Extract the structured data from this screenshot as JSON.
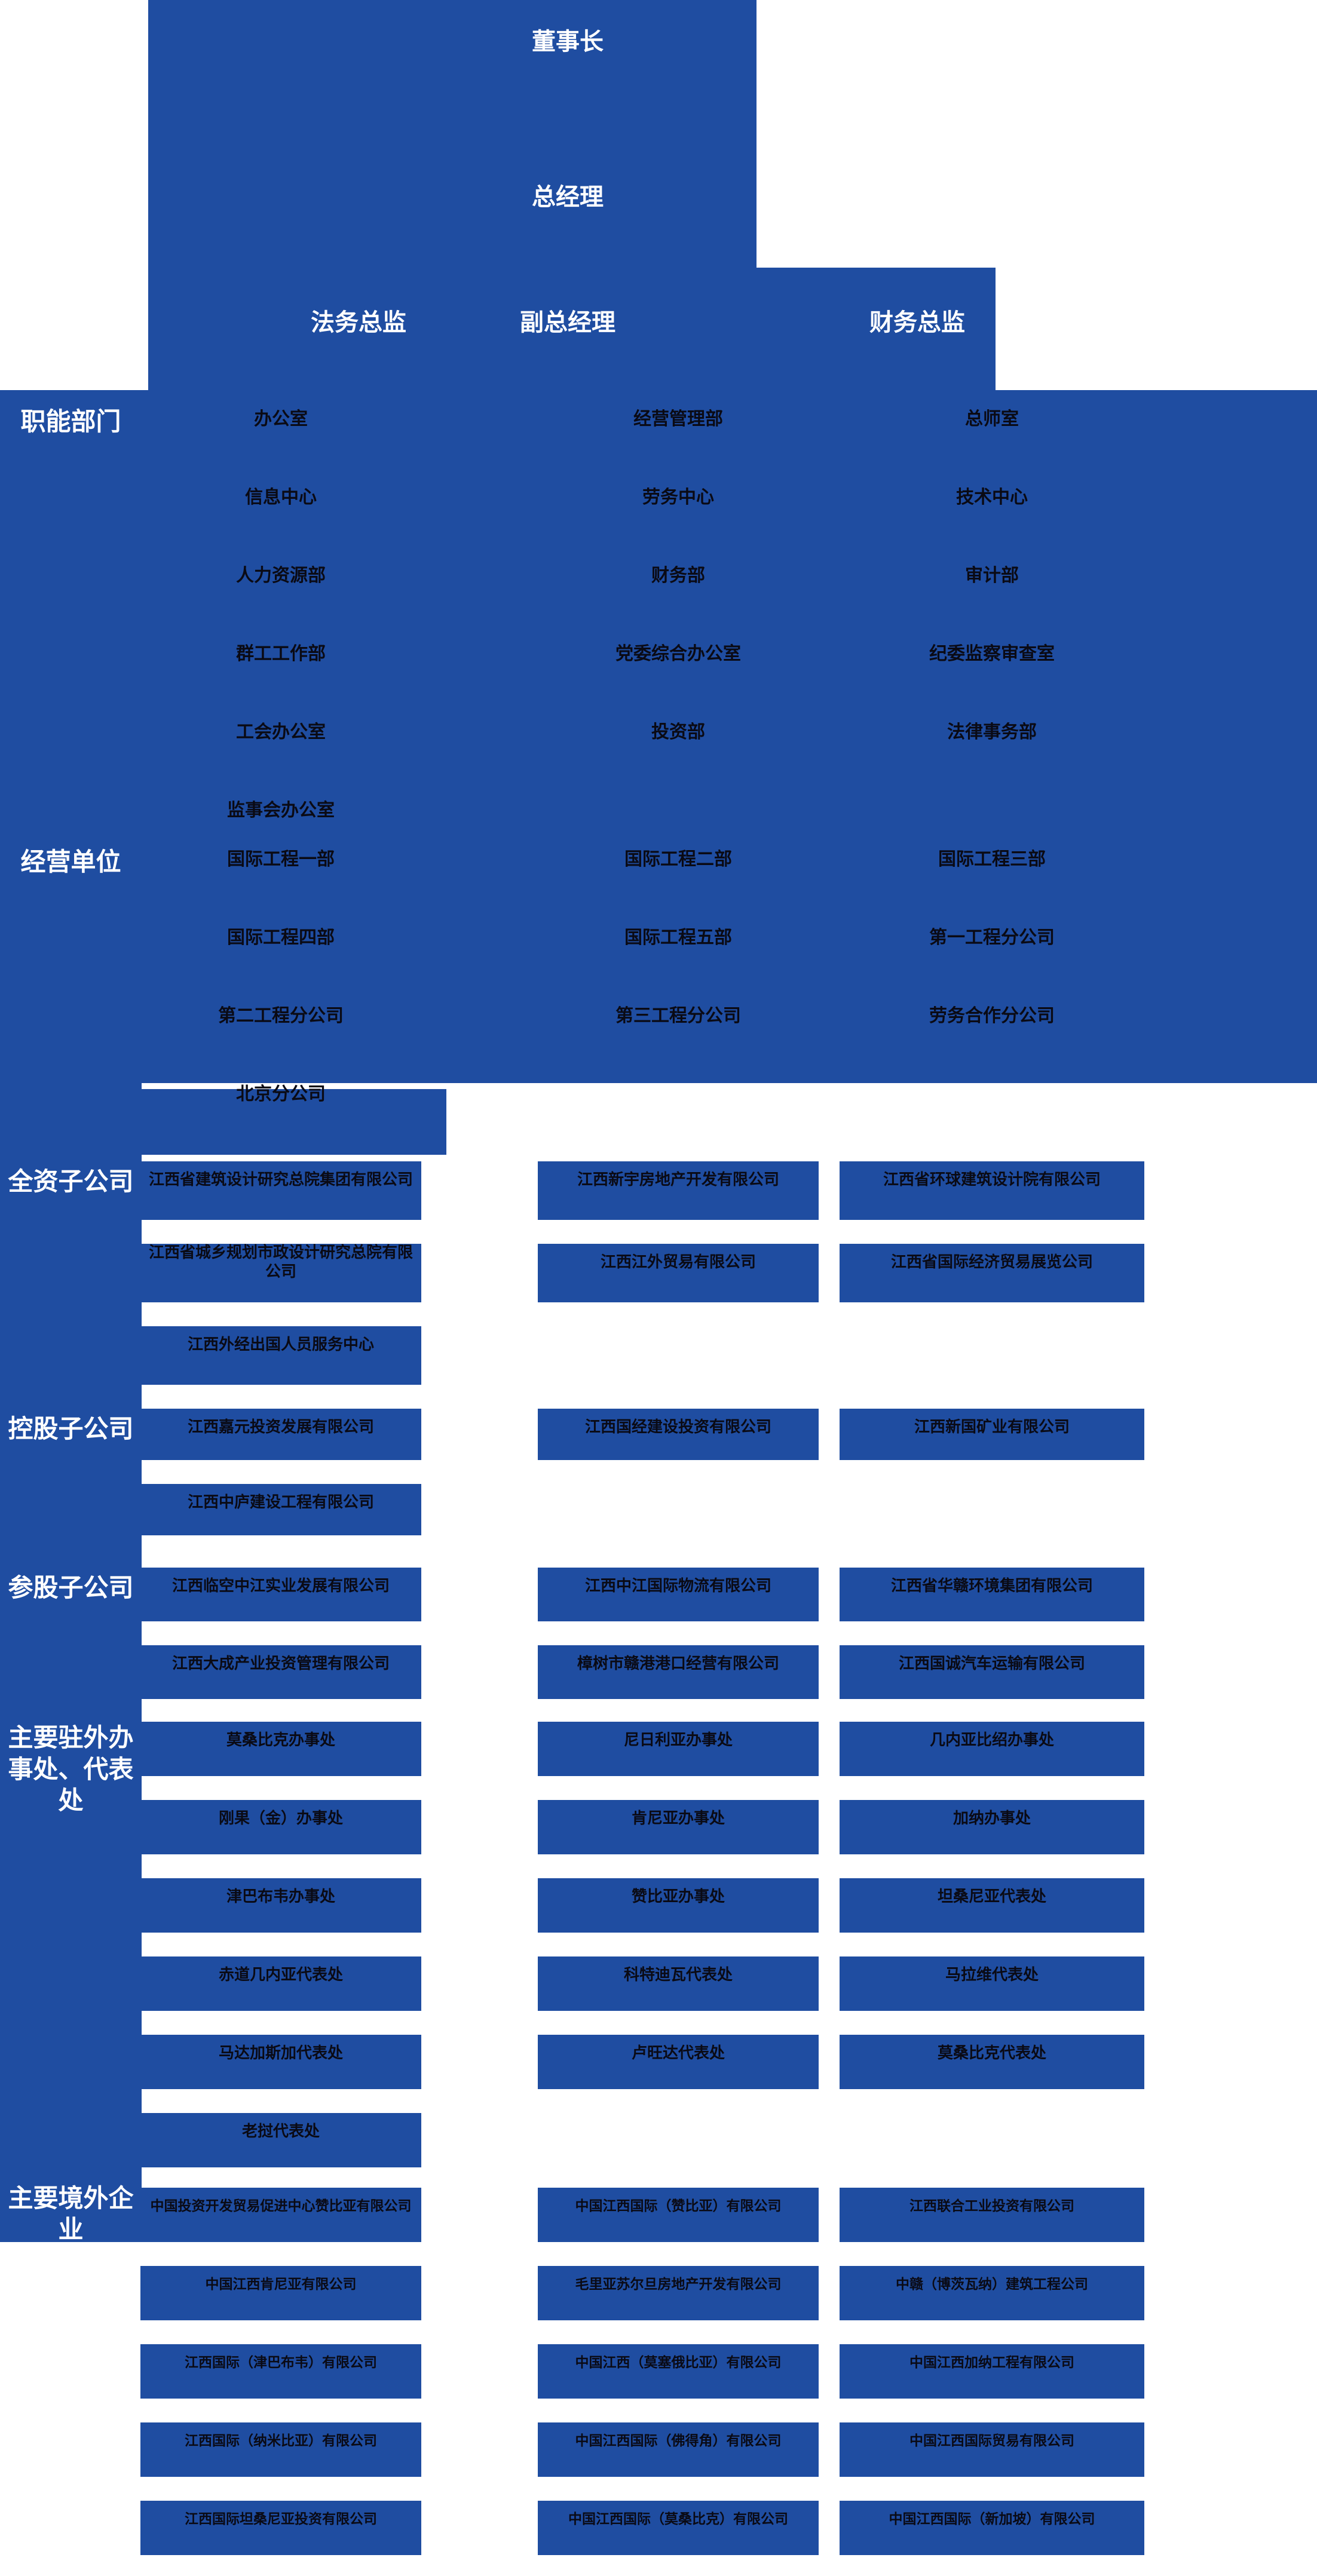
{
  "meta": {
    "brand_blue": "#1f4da1",
    "white": "#ffffff",
    "node_text_color": "#0a0a14"
  },
  "executives": {
    "chairman": "董事长",
    "general_manager": "总经理",
    "legal_director": "法务总监",
    "deputy_general_manager": "副总经理",
    "finance_director": "财务总监"
  },
  "sections": [
    {
      "key": "functional_departments",
      "title": "职能部门",
      "rows": [
        [
          "办公室",
          "经营管理部",
          "总师室"
        ],
        [
          "信息中心",
          "劳务中心",
          "技术中心"
        ],
        [
          "人力资源部",
          "财务部",
          "审计部"
        ],
        [
          "群工工作部",
          "党委综合办公室",
          "纪委监察审查室"
        ],
        [
          "工会办公室",
          "投资部",
          "法律事务部"
        ],
        [
          "监事会办公室",
          "",
          ""
        ]
      ]
    },
    {
      "key": "business_units",
      "title": "经营单位",
      "rows": [
        [
          "国际工程一部",
          "国际工程二部",
          "国际工程三部"
        ],
        [
          "国际工程四部",
          "国际工程五部",
          "第一工程分公司"
        ],
        [
          "第二工程分公司",
          "第三工程分公司",
          "劳务合作分公司"
        ],
        [
          "北京分公司",
          "",
          ""
        ]
      ]
    },
    {
      "key": "wholly_owned_subsidiaries",
      "title": "全资子公司",
      "rows": [
        [
          "江西省建筑设计研究总院集团有限公司",
          "江西新宇房地产开发有限公司",
          "江西省环球建筑设计院有限公司"
        ],
        [
          "江西省城乡规划市政设计研究总院有限公司",
          "江西江外贸易有限公司",
          "江西省国际经济贸易展览公司"
        ],
        [
          "江西外经出国人员服务中心",
          "",
          ""
        ]
      ]
    },
    {
      "key": "holding_subsidiaries",
      "title": "控股子公司",
      "rows": [
        [
          "江西嘉元投资发展有限公司",
          "江西国经建设投资有限公司",
          "江西新国矿业有限公司"
        ],
        [
          "江西中庐建设工程有限公司",
          "",
          ""
        ]
      ]
    },
    {
      "key": "equity_subsidiaries",
      "title": "参股子公司",
      "rows": [
        [
          "江西临空中江实业发展有限公司",
          "江西中江国际物流有限公司",
          "江西省华赣环境集团有限公司"
        ],
        [
          "江西大成产业投资管理有限公司",
          "樟树市赣港港口经营有限公司",
          "江西国诚汽车运输有限公司"
        ]
      ]
    },
    {
      "key": "overseas_offices",
      "title": "主要驻外办事处、代表处",
      "title_lines": [
        "主要驻外办",
        "事处、代表处"
      ],
      "rows": [
        [
          "莫桑比克办事处",
          "尼日利亚办事处",
          "几内亚比绍办事处"
        ],
        [
          "刚果（金）办事处",
          "肯尼亚办事处",
          "加纳办事处"
        ],
        [
          "津巴布韦办事处",
          "赞比亚办事处",
          "坦桑尼亚代表处"
        ],
        [
          "赤道几内亚代表处",
          "科特迪瓦代表处",
          "马拉维代表处"
        ],
        [
          "马达加斯加代表处",
          "卢旺达代表处",
          "莫桑比克代表处"
        ],
        [
          "老挝代表处",
          "",
          ""
        ]
      ]
    },
    {
      "key": "overseas_enterprises",
      "title": "主要境外企业",
      "rows": [
        [
          "中国投资开发贸易促进中心赞比亚有限公司",
          "中国江西国际（赞比亚）有限公司",
          "江西联合工业投资有限公司"
        ],
        [
          "中国江西肯尼亚有限公司",
          "毛里亚苏尔旦房地产开发有限公司",
          "中赣（博茨瓦纳）建筑工程公司"
        ],
        [
          "江西国际（津巴布韦）有限公司",
          "中国江西（莫塞俄比亚）有限公司",
          "中国江西加纳工程有限公司"
        ],
        [
          "江西国际（纳米比亚）有限公司",
          "中国江西国际（佛得角）有限公司",
          "中国江西国际贸易有限公司"
        ],
        [
          "江西国际坦桑尼亚投资有限公司",
          "中国江西国际（莫桑比克）有限公司",
          "中国江西国际（新加坡）有限公司"
        ]
      ]
    }
  ]
}
